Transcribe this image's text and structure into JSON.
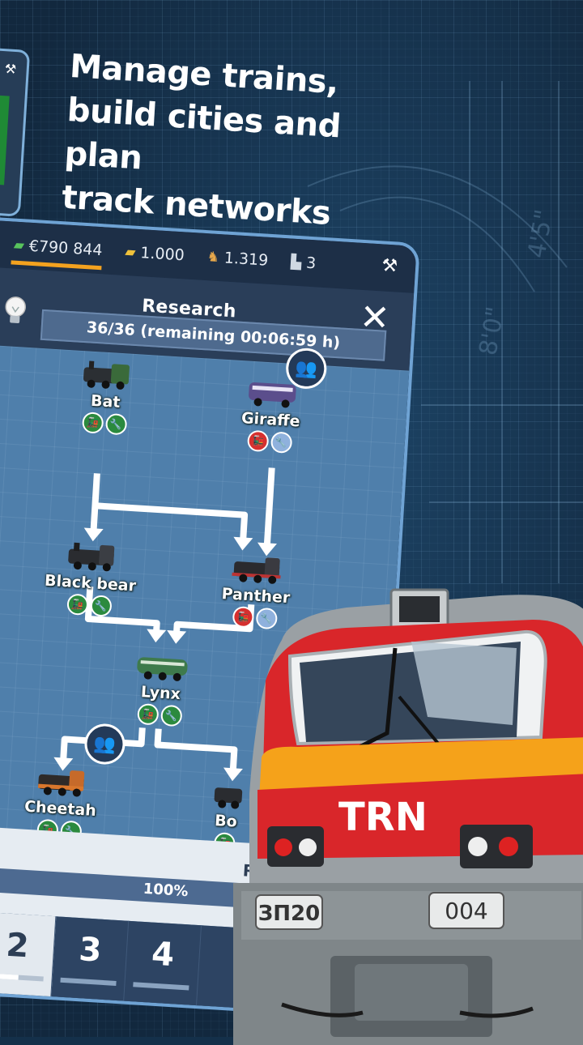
{
  "headline": {
    "line1": "Manage trains,",
    "line2": "build cities and plan",
    "line3": "track networks"
  },
  "resources": {
    "money": "€790 844",
    "gold": "1.000",
    "passengers": "1.319",
    "rank": "3"
  },
  "research": {
    "title": "Research",
    "progress": "36/36 (remaining 00:06:59 h)",
    "researcher_label": "Researcher",
    "researcher_value": "100%",
    "researcher_fraction": 1.0
  },
  "tree": {
    "nodes": [
      {
        "name": "Bat",
        "badges": [
          "green",
          "green"
        ]
      },
      {
        "name": "Giraffe",
        "badges": [
          "red",
          "blue"
        ]
      },
      {
        "name": "Black bear",
        "badges": [
          "green",
          "green"
        ]
      },
      {
        "name": "Panther",
        "badges": [
          "red",
          "blue"
        ]
      },
      {
        "name": "Lynx",
        "badges": [
          "green",
          "green"
        ]
      },
      {
        "name": "Cheetah",
        "badges": [
          "green",
          "green"
        ]
      },
      {
        "name": "Bo",
        "badges": [
          "green"
        ]
      }
    ]
  },
  "tabs": [
    "2",
    "3",
    "4"
  ],
  "locomotive": {
    "logo": "TRN",
    "left_plate": "ЗП20",
    "right_plate": "004"
  },
  "colors": {
    "background": "#14304a",
    "accent_orange": "#f3a21f",
    "loco_red": "#d9262a",
    "loco_orange": "#f5a21a",
    "badge_green": "#2b8a3e",
    "badge_red": "#d6302f"
  },
  "icons": [
    "money-icon",
    "gold-bar-icon",
    "passengers-icon",
    "rank-icon",
    "tools-icon",
    "close-icon",
    "lightbulb-icon",
    "people-icon",
    "locomotive-icon",
    "wrench-icon"
  ]
}
